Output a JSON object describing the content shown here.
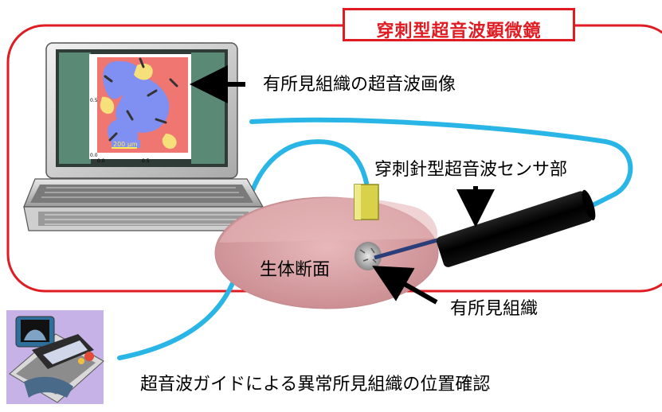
{
  "title": "穿刺型超音波顕微鏡",
  "labels": {
    "image_label": "有所見組織の超音波画像",
    "sensor_label": "穿刺針型超音波センサ部",
    "section_label": "生体断面",
    "tissue_label": "有所見組織",
    "guide_label": "超音波ガイドによる異常所見組織の位置確認"
  },
  "screen": {
    "scale_bar": "200 μm",
    "ticks_left": [
      "0.5",
      "0.0"
    ],
    "ticks_bottom": [
      "0.0",
      "0.5"
    ]
  },
  "colors": {
    "frame": "#e11b22",
    "cable": "#29b6e6",
    "arrow": "#000000",
    "tissue": "#d9a0a4",
    "probe": "#000000",
    "connector": "#d8d24a"
  }
}
